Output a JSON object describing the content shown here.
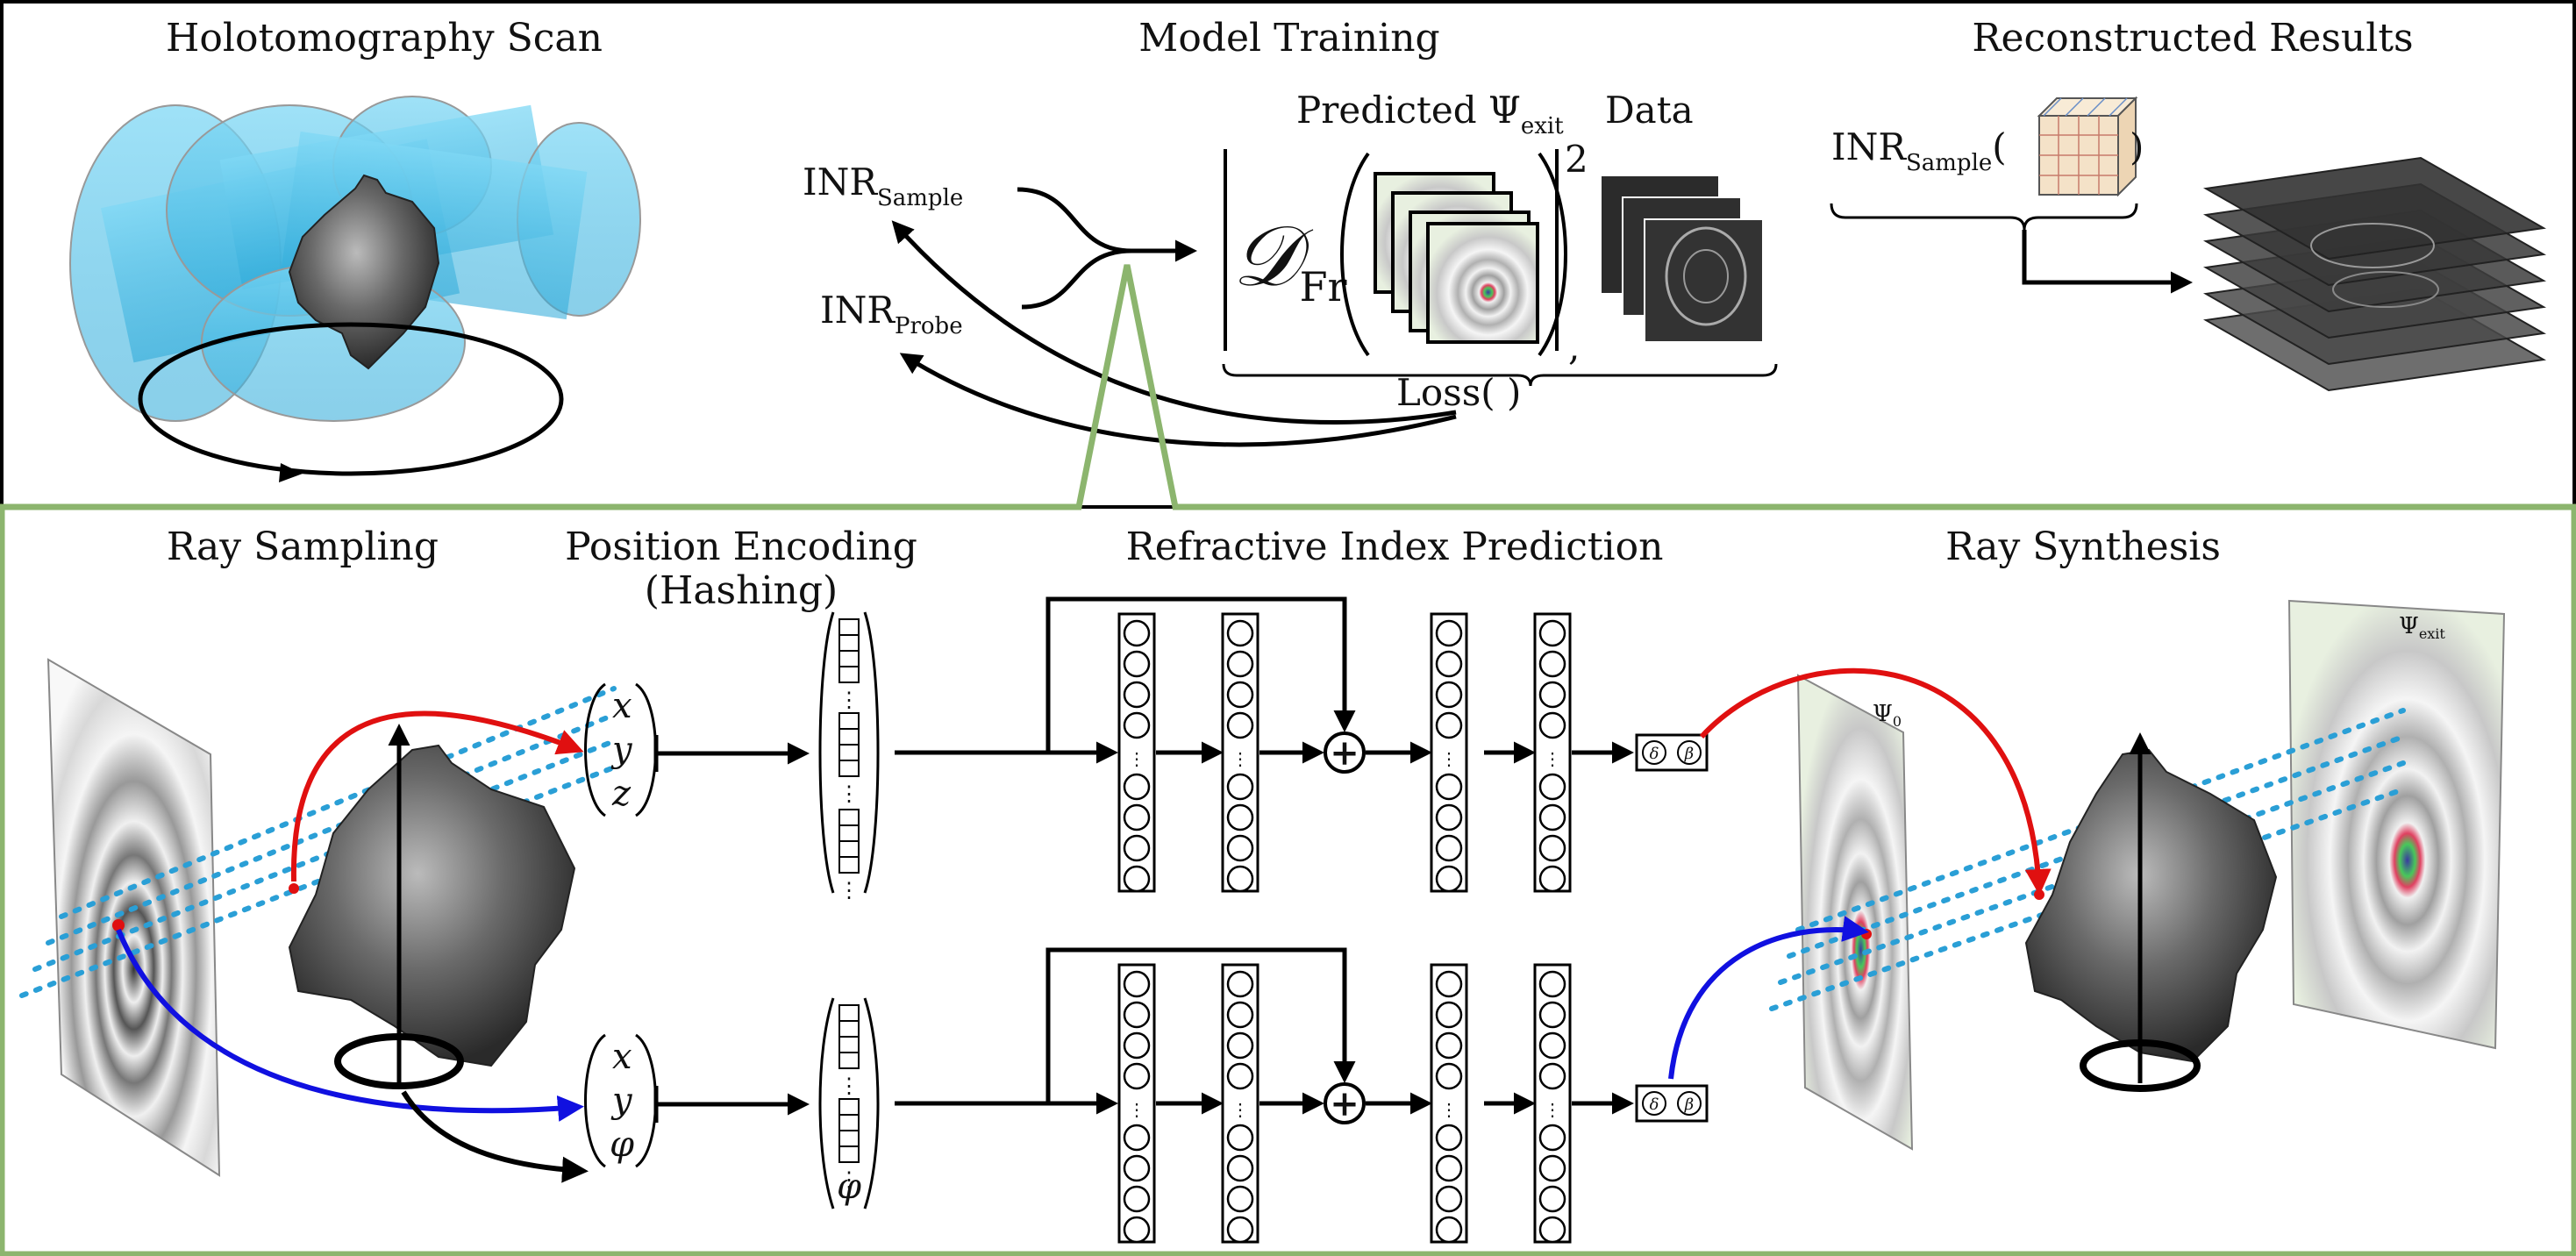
{
  "top_panel": {
    "holotomography_title": "Holotomography Scan",
    "model_training_title": "Model Training",
    "reconstructed_title": "Reconstructed Results",
    "inr_sample": {
      "base": "INR",
      "sub": "Sample"
    },
    "inr_probe": {
      "base": "INR",
      "sub": "Probe"
    },
    "predicted_label": {
      "text": "Predicted Ψ",
      "sub": "exit"
    },
    "data_label": "Data",
    "operator": {
      "symbol": "𝒟",
      "sub": "Fr"
    },
    "exponent": "2",
    "comma": ",",
    "loss_label": "Loss(  )",
    "recon_inr": {
      "base": "INR",
      "sub": "Sample",
      "open": "(",
      "close": ")"
    }
  },
  "bottom_panel": {
    "ray_sampling_title": "Ray Sampling",
    "position_encoding_title": "Position Encoding",
    "position_encoding_subtitle": "(Hashing)",
    "refractive_title": "Refractive Index Prediction",
    "ray_synthesis_title": "Ray Synthesis",
    "coords_top": [
      "x",
      "y",
      "z"
    ],
    "coords_bottom": [
      "x",
      "y",
      "φ"
    ],
    "encoding_ellipsis": "⋮",
    "plus_symbol": "+",
    "output_symbols": [
      "δ",
      "β"
    ],
    "psi0": {
      "base": "Ψ",
      "sub": "0"
    },
    "psi_exit": {
      "base": "Ψ",
      "sub": "exit"
    }
  },
  "colors": {
    "green_border": "#8cb56e",
    "red_arrow": "#e01010",
    "blue_arrow": "#1010e0",
    "ray_dots": "#2a9fd6",
    "cylinder": "#5bc8ee"
  }
}
